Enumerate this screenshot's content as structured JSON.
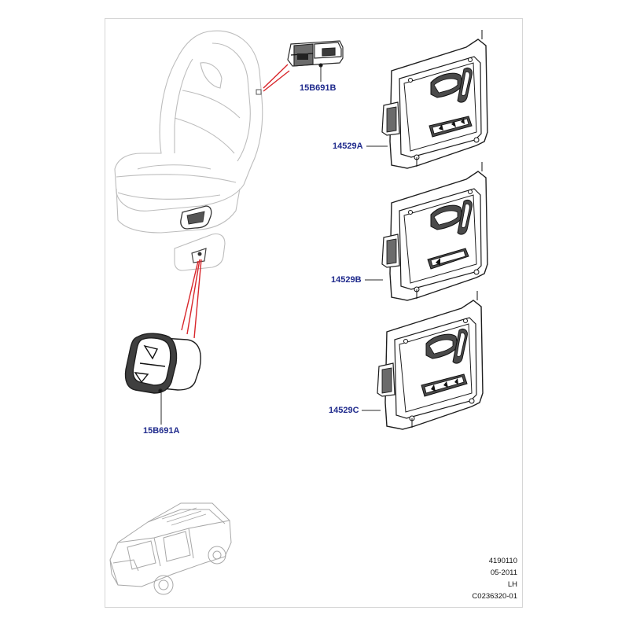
{
  "diagram": {
    "parts": [
      {
        "id": "seat",
        "label": ""
      },
      {
        "id": "lumbar_switch_upper",
        "label": "15B691B"
      },
      {
        "id": "lumbar_switch_lower",
        "label": "15B691A"
      },
      {
        "id": "seat_switch_pack_a",
        "label": "14529A"
      },
      {
        "id": "seat_switch_pack_b",
        "label": "14529B"
      },
      {
        "id": "seat_switch_pack_c",
        "label": "14529C"
      },
      {
        "id": "vehicle_locator",
        "label": ""
      }
    ],
    "meta": {
      "line1": "4190110",
      "line2": "05-2011",
      "line3": "LH",
      "line4": "C0236320-01"
    },
    "colors": {
      "line": "#3a3a3a",
      "light_line": "#bdbdbd",
      "leader_red": "#d8262b",
      "label_blue": "#1f2a8c",
      "dark_fill": "#4a4a4a"
    }
  }
}
